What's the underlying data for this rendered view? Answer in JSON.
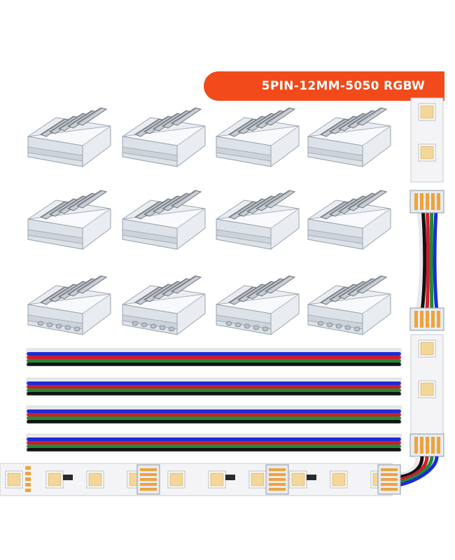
{
  "banner": {
    "text": "5PIN-12MM-5050 RGBW"
  },
  "colors": {
    "banner": "#f24a1a",
    "wire_white": "#e8e8ec",
    "wire_blue": "#1c2bd6",
    "wire_red": "#d21b2a",
    "wire_green": "#1f8a3a",
    "wire_black": "#111111",
    "strip": "#f4f4f6",
    "led_pad": "#f3d79a",
    "clip_plastic": "#e9edf1"
  },
  "product": {
    "connector_clips": 12,
    "jumper_cables": 4
  }
}
